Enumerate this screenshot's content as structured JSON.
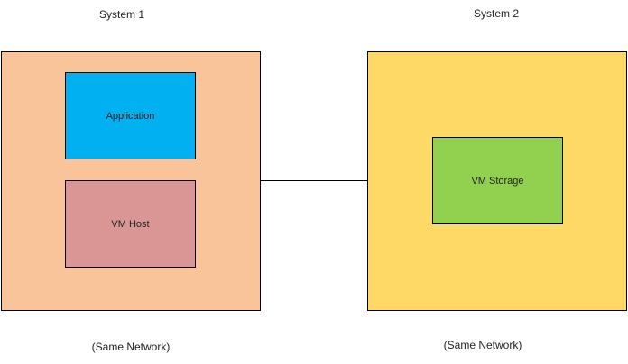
{
  "system1": {
    "title": "System 1",
    "network_note": "(Same Network)",
    "fill": "#F9C49A",
    "components": [
      {
        "label": "Application",
        "fill": "#00B0F0"
      },
      {
        "label": "VM Host",
        "fill": "#D99694"
      }
    ]
  },
  "system2": {
    "title": "System 2",
    "network_note": "(Same Network)",
    "fill": "#FFD966",
    "components": [
      {
        "label": "VM Storage",
        "fill": "#92D050"
      }
    ]
  },
  "link": {
    "from": "system1",
    "to": "system2"
  }
}
